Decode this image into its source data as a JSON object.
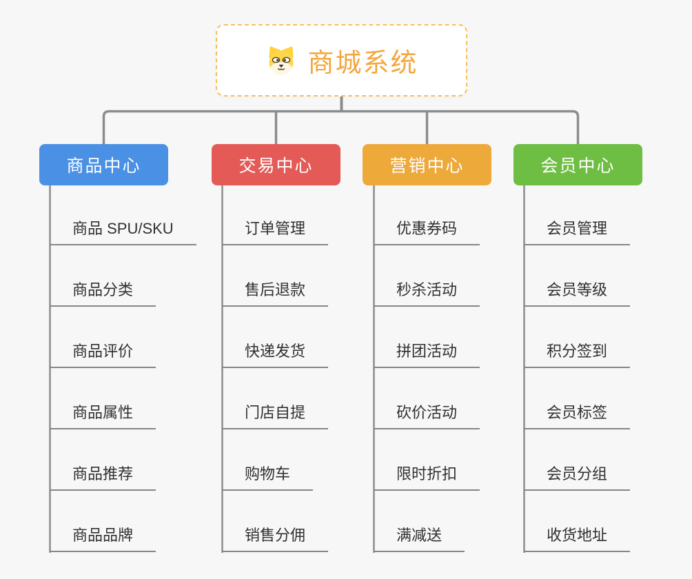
{
  "canvas": {
    "background": "#F7F7F7",
    "connector_color": "#8C8C8C",
    "underline_color": "#858585"
  },
  "root": {
    "label": "商城系统",
    "icon": "dog-icon",
    "text_color": "#F3A73E",
    "border_color": "#F6C05C",
    "background": "#FFFFFF"
  },
  "branches": [
    {
      "label": "商品中心",
      "color": "#4A90E4",
      "children": [
        "商品 SPU/SKU",
        "商品分类",
        "商品评价",
        "商品属性",
        "商品推荐",
        "商品品牌"
      ]
    },
    {
      "label": "交易中心",
      "color": "#E45A57",
      "children": [
        "订单管理",
        "售后退款",
        "快递发货",
        "门店自提",
        "购物车",
        "销售分佣"
      ]
    },
    {
      "label": "营销中心",
      "color": "#EDA93A",
      "children": [
        "优惠券码",
        "秒杀活动",
        "拼团活动",
        "砍价活动",
        "限时折扣",
        "满减送"
      ]
    },
    {
      "label": "会员中心",
      "color": "#6DBE42",
      "children": [
        "会员管理",
        "会员等级",
        "积分签到",
        "会员标签",
        "会员分组",
        "收货地址"
      ]
    }
  ]
}
